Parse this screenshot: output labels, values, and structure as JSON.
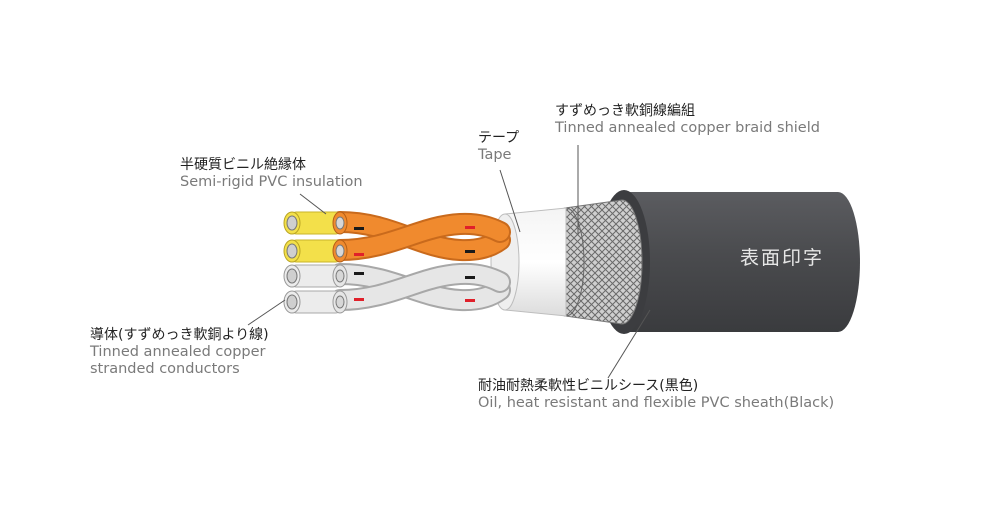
{
  "labels": {
    "insulation": {
      "jp": "半硬質ビニル絶縁体",
      "en": "Semi-rigid PVC insulation"
    },
    "tape": {
      "jp": "テープ",
      "en": "Tape"
    },
    "braid": {
      "jp": "すずめっき軟銅線編組",
      "en": "Tinned annealed copper braid shield"
    },
    "conductor": {
      "jp": "導体(すずめっき軟銅より線)",
      "en1": "Tinned annealed copper",
      "en2": "stranded conductors"
    },
    "sheath": {
      "jp": "耐油耐熱柔軟性ビニルシース(黒色)",
      "en": "Oil, heat resistant and flexible PVC sheath(Black)"
    },
    "print": "表面印字"
  },
  "colors": {
    "yellow": "#f3e04a",
    "orange": "#f08a2e",
    "white": "#e6e6e6",
    "sheath": "#4a4b4e",
    "red_mark": "#e0202a",
    "black_mark": "#1a1a1a"
  }
}
